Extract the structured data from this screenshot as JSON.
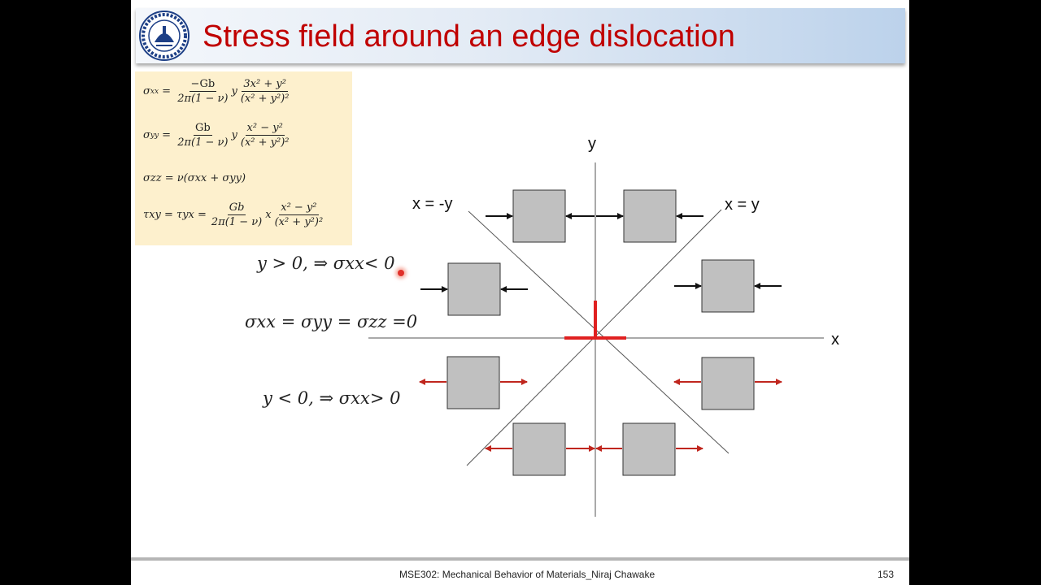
{
  "slide": {
    "title": "Stress field around an edge dislocation",
    "footer": "MSE302: Mechanical Behavior of Materials_Niraj Chawake",
    "page_number": "153"
  },
  "equations": {
    "sxx": {
      "lhs": "σ",
      "lhs_sub": "xx",
      "num": "−Gb",
      "den": "2π(1 − ν)",
      "mult": "y",
      "num2": "3x² + y²",
      "den2": "(x² + y²)²"
    },
    "syy": {
      "lhs": "σ",
      "lhs_sub": "yy",
      "num": "Gb",
      "den": "2π(1 − ν)",
      "mult": "y",
      "num2": "x² − y²",
      "den2": "(x² + y²)²"
    },
    "szz": "σzz = ν(σxx + σyy)",
    "txy": {
      "lhs": "τxy = τyx =",
      "num": "Gb",
      "den": "2π(1 − ν)",
      "mult": "x",
      "num2": "x² − y²",
      "den2": "(x² + y²)²"
    }
  },
  "conditions": {
    "upper": "y > 0, ⇒ σxx< 0",
    "middle": "σxx = σyy = σzz =0",
    "lower": "y < 0, ⇒ σxx> 0"
  },
  "diagram": {
    "axis_x_label": "x",
    "axis_y_label": "y",
    "line_pos_label": "x = y",
    "line_neg_label": "x = -y",
    "compression_color": "#111111",
    "tension_color": "#c0261e",
    "dislocation_color": "#e02020",
    "element_fill": "#c0c0c0"
  },
  "colors": {
    "title": "#c00000",
    "equation_box": "#fdf0cd"
  }
}
